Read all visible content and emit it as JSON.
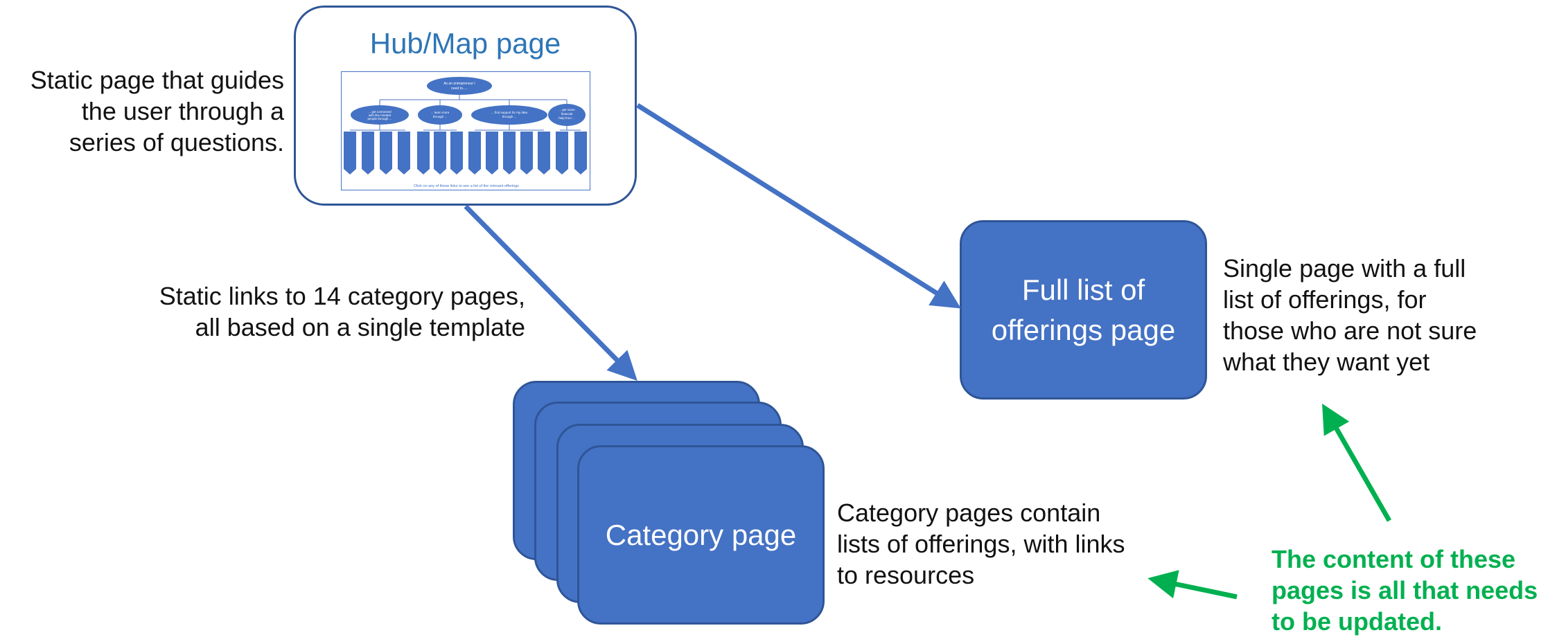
{
  "hub": {
    "title": "Hub/Map page",
    "thumbnail": {
      "root": "As an entrepreneur I need to.....",
      "branches": [
        "... get connected with like minded people through ...",
        "... learn more through ...",
        "... find support for my idea through ...",
        "... get some financial help from ..."
      ],
      "footer": "Click on any of these links to see a list of the relevant offerings"
    }
  },
  "hub_description": [
    "Static page that guides",
    "the user through a",
    "series of questions."
  ],
  "links_description": [
    "Static links to 14 category pages,",
    "all based on a single template"
  ],
  "full_list_box": [
    "Full list of",
    "offerings page"
  ],
  "full_list_description": [
    "Single page with a full",
    "list of offerings, for",
    "those who are not sure",
    "what they want yet"
  ],
  "category_box": "Category page",
  "category_description": [
    "Category pages contain",
    "lists of offerings, with links",
    "to resources"
  ],
  "note": [
    "The content of these",
    "pages is all that needs",
    "to be updated."
  ],
  "colors": {
    "box_fill": "#4472c4",
    "box_border": "#2f5597",
    "arrow": "#4472c4",
    "note": "#00b050",
    "hub_title": "#2e75b6"
  }
}
